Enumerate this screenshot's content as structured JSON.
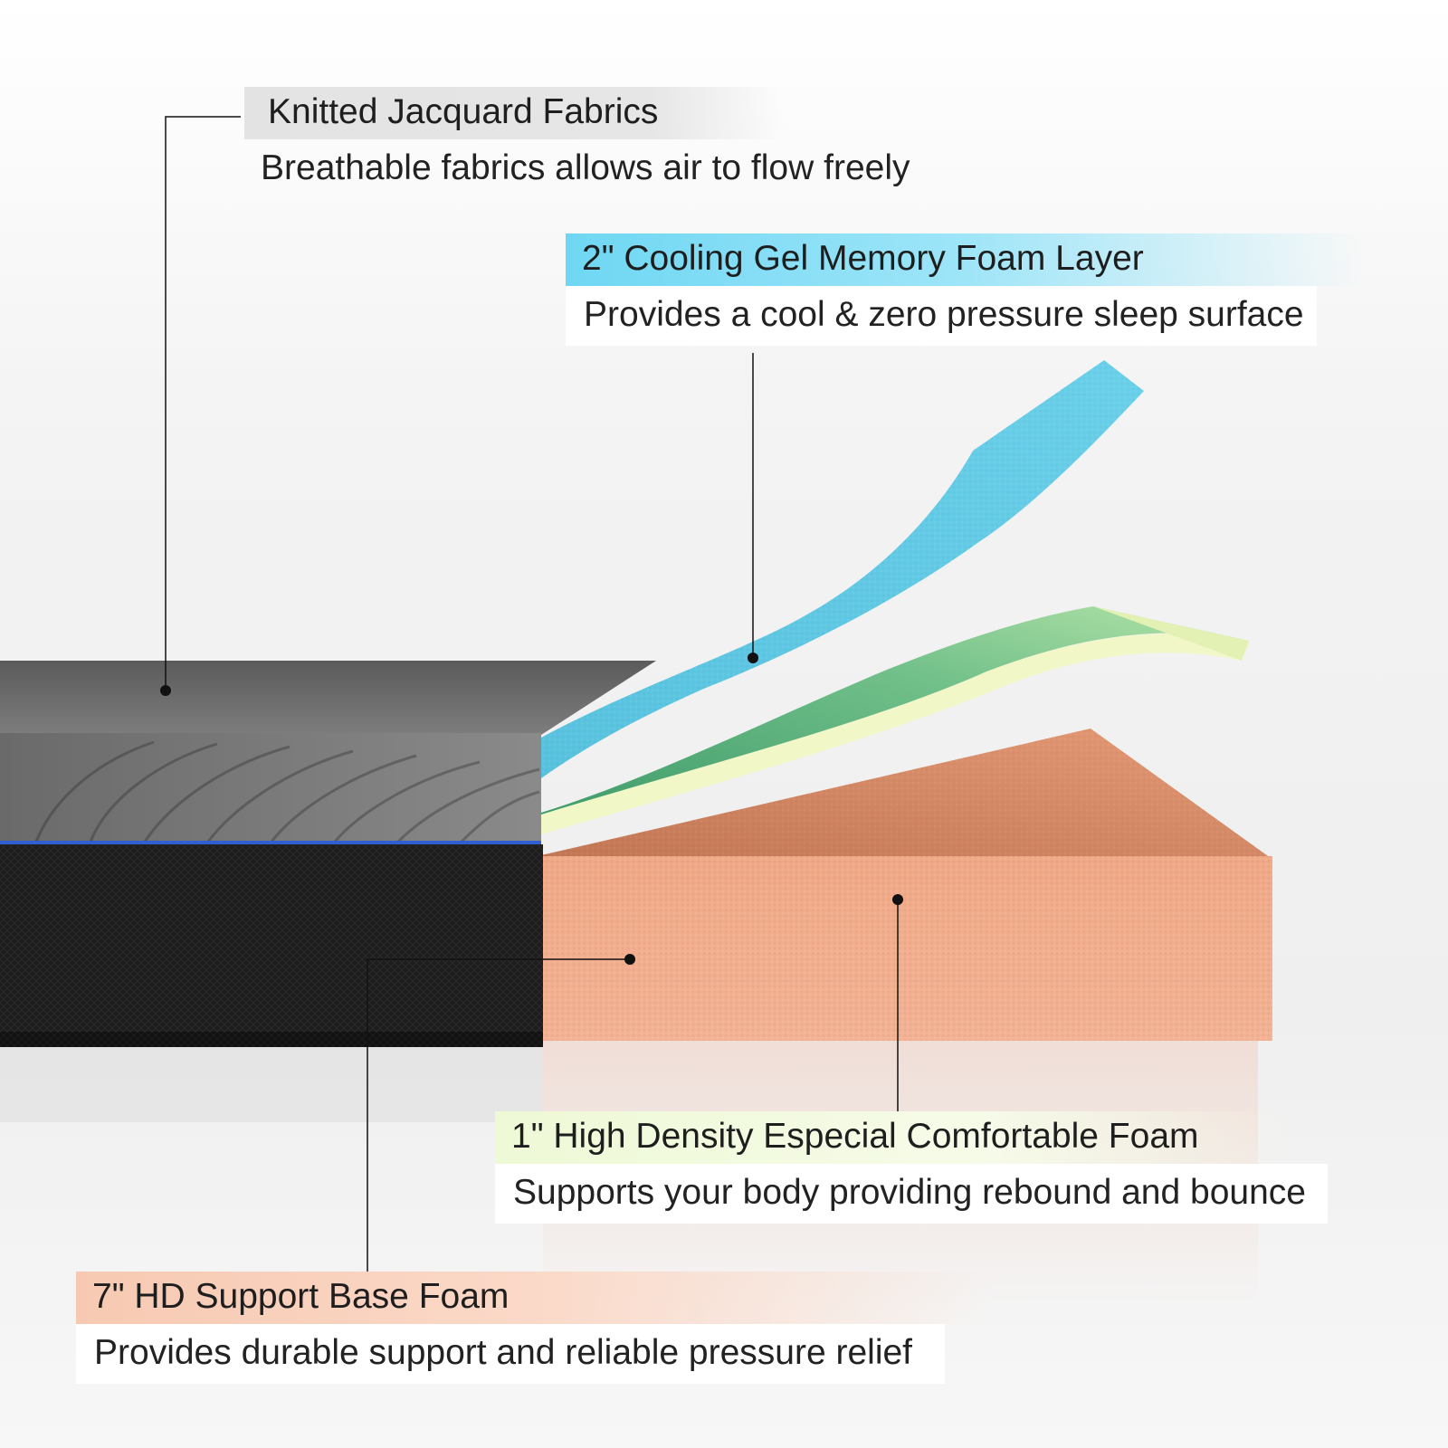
{
  "callouts": {
    "fabric": {
      "title": "Knitted Jacquard Fabrics",
      "description": "Breathable fabrics allows air to flow freely"
    },
    "gel": {
      "title": "2\" Cooling Gel Memory Foam Layer",
      "description": "Provides a cool & zero pressure sleep surface"
    },
    "hd": {
      "title": "1\" High Density Especial Comfortable Foam",
      "description": "Supports your body providing rebound and bounce"
    },
    "base": {
      "title": "7\" HD Support Base Foam",
      "description": "Provides durable support and reliable pressure relief"
    }
  },
  "colors": {
    "cover_top": "#6e6e6e",
    "cover_side": "#1c1c1c",
    "piping": "#2f5fd0",
    "gel_layer": "#5ec4e0",
    "hd_layer": "#a9d99a",
    "base_foam": "#f0a886"
  }
}
